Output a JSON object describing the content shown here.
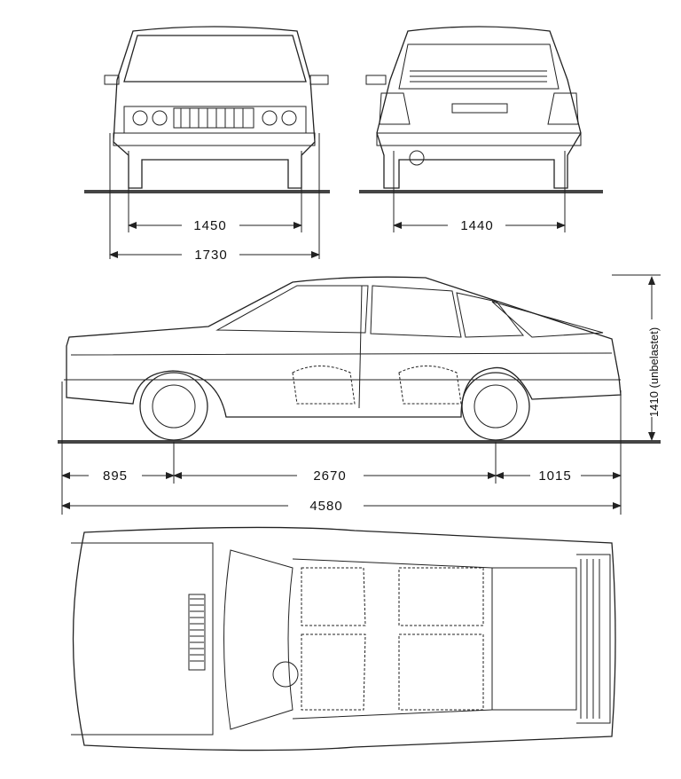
{
  "dimensions": {
    "front_track": "1450",
    "front_width": "1730",
    "rear_track": "1440",
    "height": "1410 (unbelastet)",
    "front_overhang": "895",
    "wheelbase": "2670",
    "rear_overhang": "1015",
    "overall_length": "4580"
  }
}
